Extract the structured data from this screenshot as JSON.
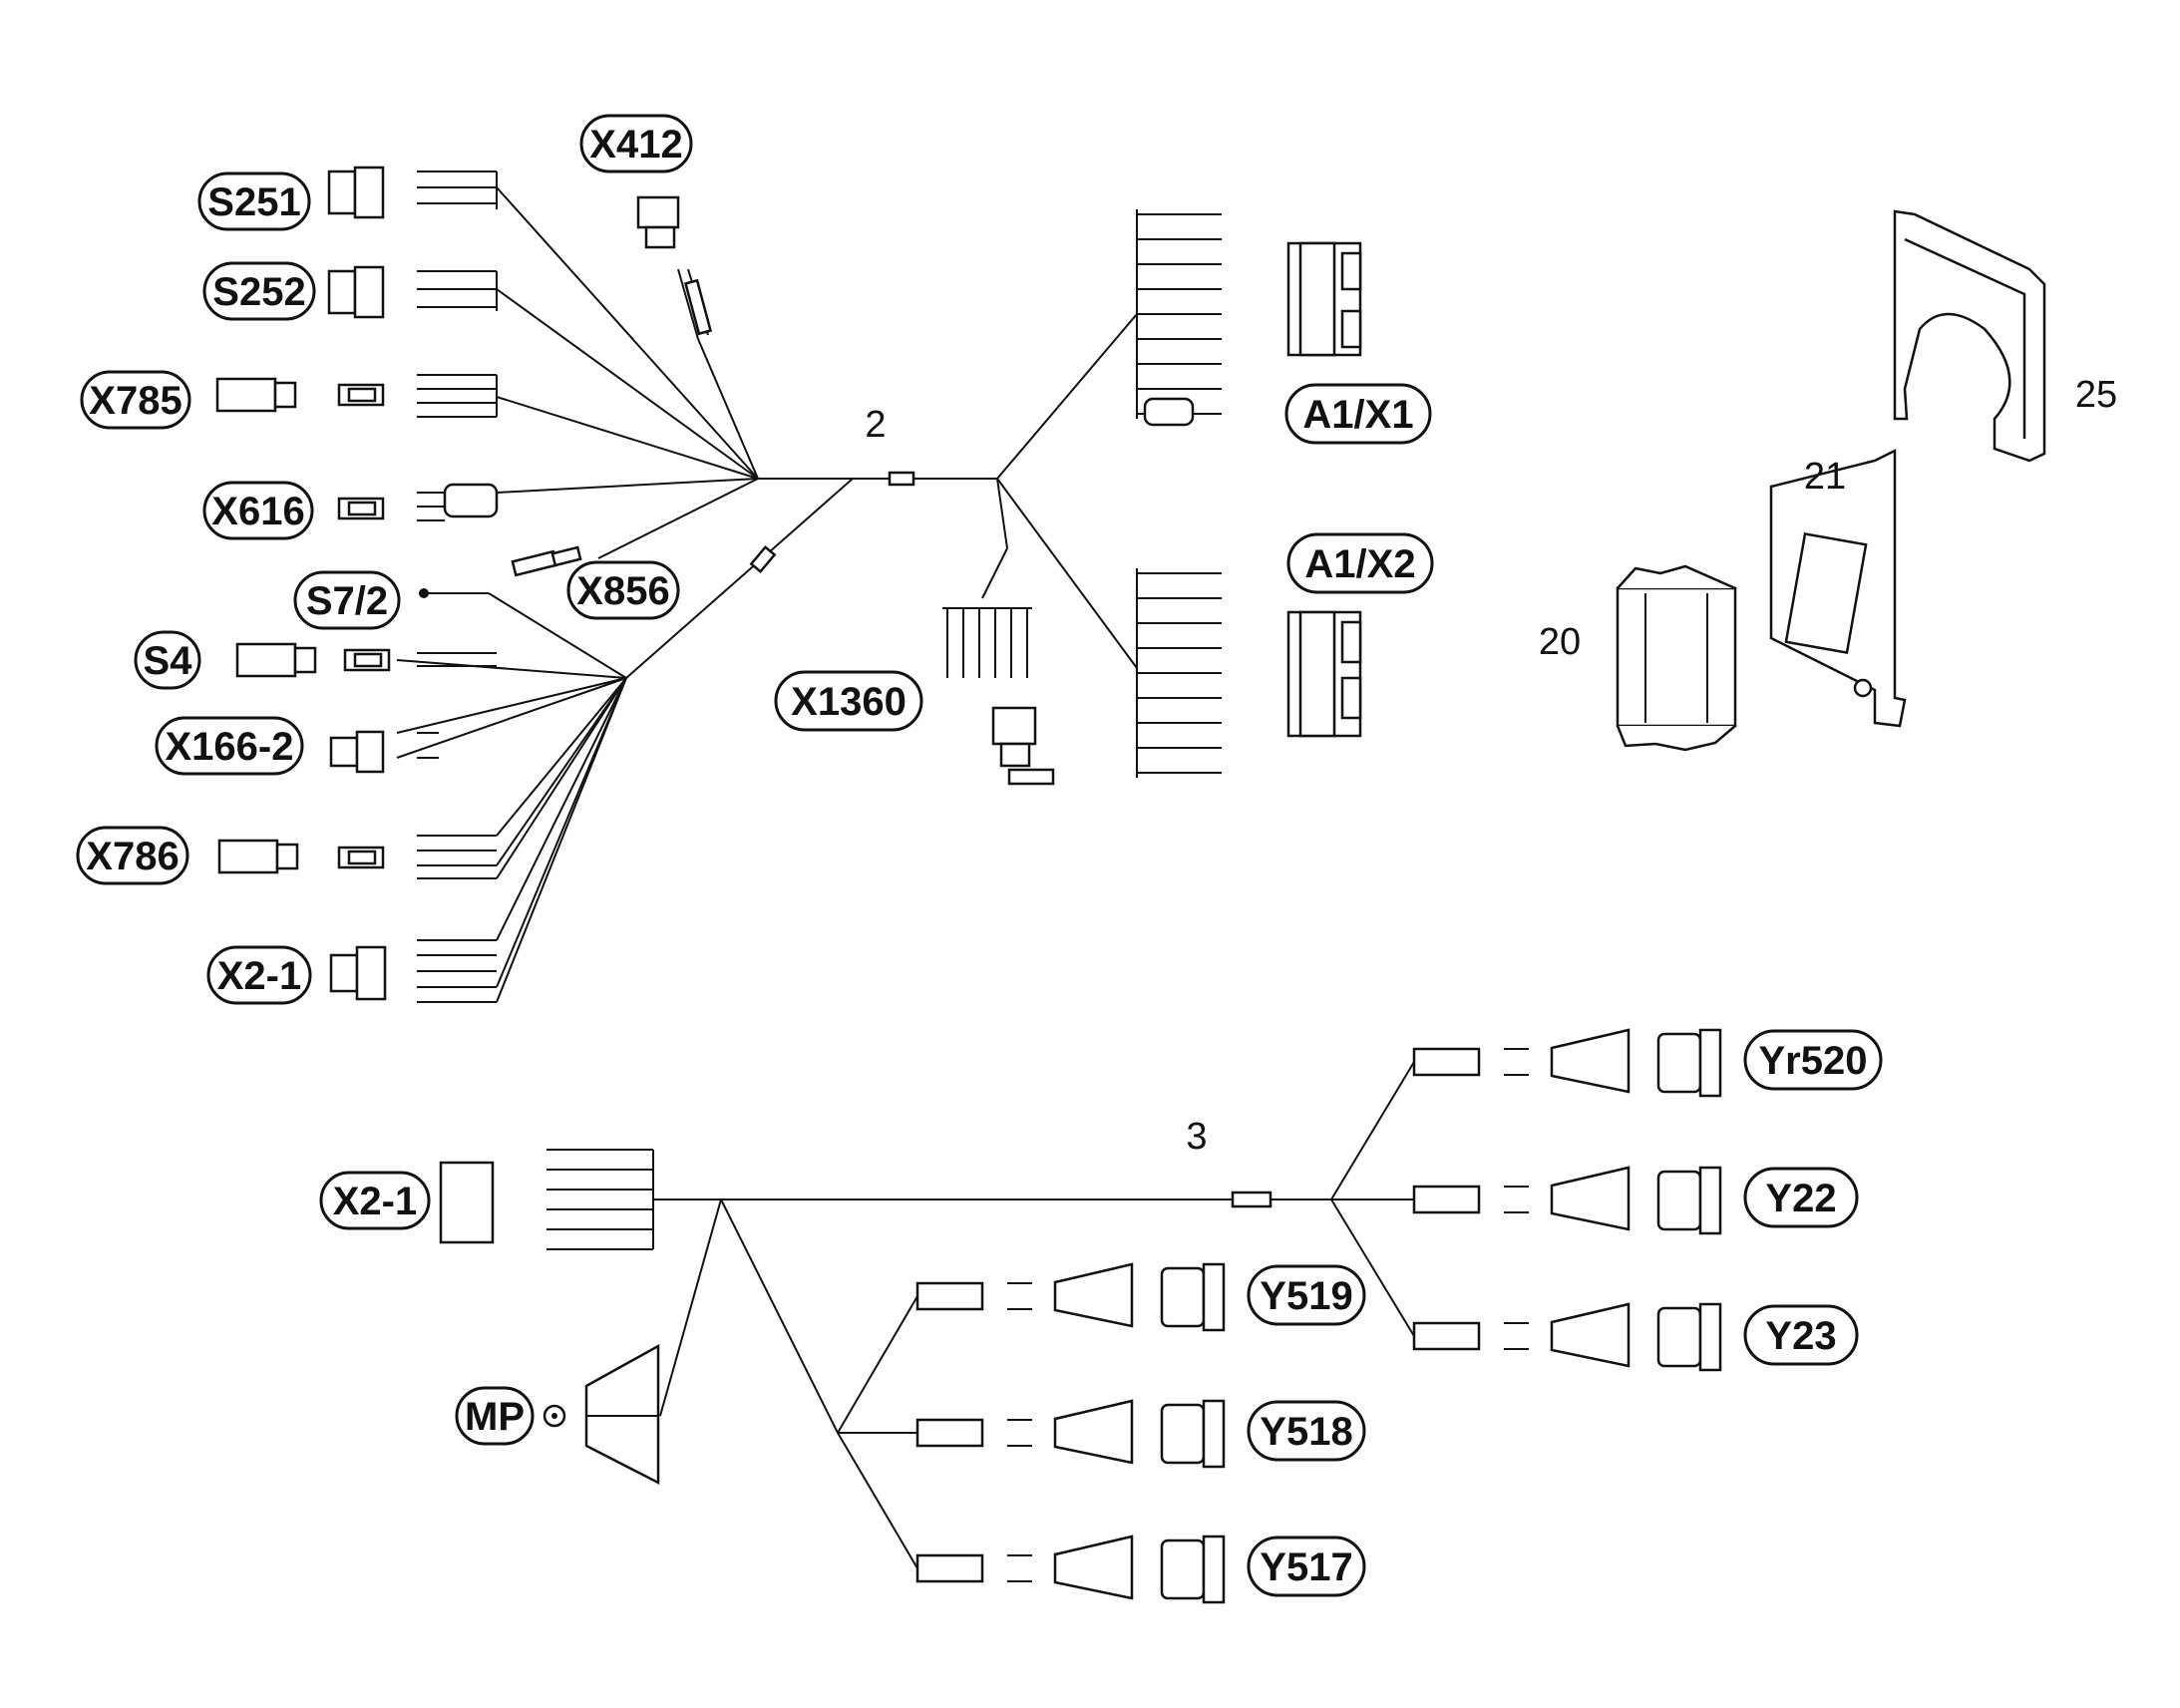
{
  "colors": {
    "ink": "#111111",
    "background": "#ffffff"
  },
  "harness_2": {
    "number": "2",
    "connectors": {
      "s251": "S251",
      "s252": "S252",
      "x785": "X785",
      "x616": "X616",
      "x412": "X412",
      "x856": "X856",
      "s7_2": "S7/2",
      "s4": "S4",
      "x166_2": "X166-2",
      "x786": "X786",
      "x2_1": "X2-1",
      "x1360": "X1360",
      "a1_x1": "A1/X1",
      "a1_x2": "A1/X2"
    }
  },
  "harness_3": {
    "number": "3",
    "connectors": {
      "x2_1": "X2-1",
      "mp": "MP",
      "y519": "Y519",
      "y518": "Y518",
      "y517": "Y517",
      "yr520": "Yr520",
      "y22": "Y22",
      "y23": "Y23"
    }
  },
  "parts": {
    "p20": "20",
    "p21": "21",
    "p25": "25"
  }
}
